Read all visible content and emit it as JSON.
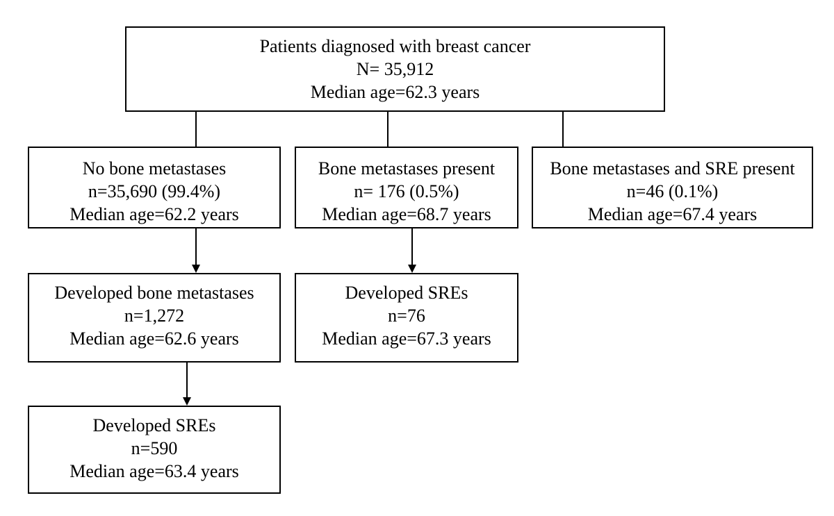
{
  "diagram": {
    "root": {
      "line1": "Patients diagnosed with breast cancer",
      "line2": "N= 35,912",
      "line3": "Median age=62.3 years"
    },
    "no_bone_metastases": {
      "line1": "No bone metastases",
      "line2": "n=35,690 (99.4%)",
      "line3": "Median age=62.2 years"
    },
    "bone_metastases_present": {
      "line1": "Bone metastases present",
      "line2": "n= 176 (0.5%)",
      "line3": "Median age=68.7 years"
    },
    "bone_metastases_and_sre": {
      "line1": "Bone metastases and SRE present",
      "line2": "n=46 (0.1%)",
      "line3": "Median age=67.4 years"
    },
    "developed_bone_metastases": {
      "line1": "Developed bone metastases",
      "line2": "n=1,272",
      "line3": "Median age=62.6 years"
    },
    "developed_sres_middle": {
      "line1": "Developed SREs",
      "line2": "n=76",
      "line3": "Median age=67.3 years"
    },
    "developed_sres_bottom": {
      "line1": "Developed SREs",
      "line2": "n=590",
      "line3": "Median age=63.4 years"
    }
  }
}
